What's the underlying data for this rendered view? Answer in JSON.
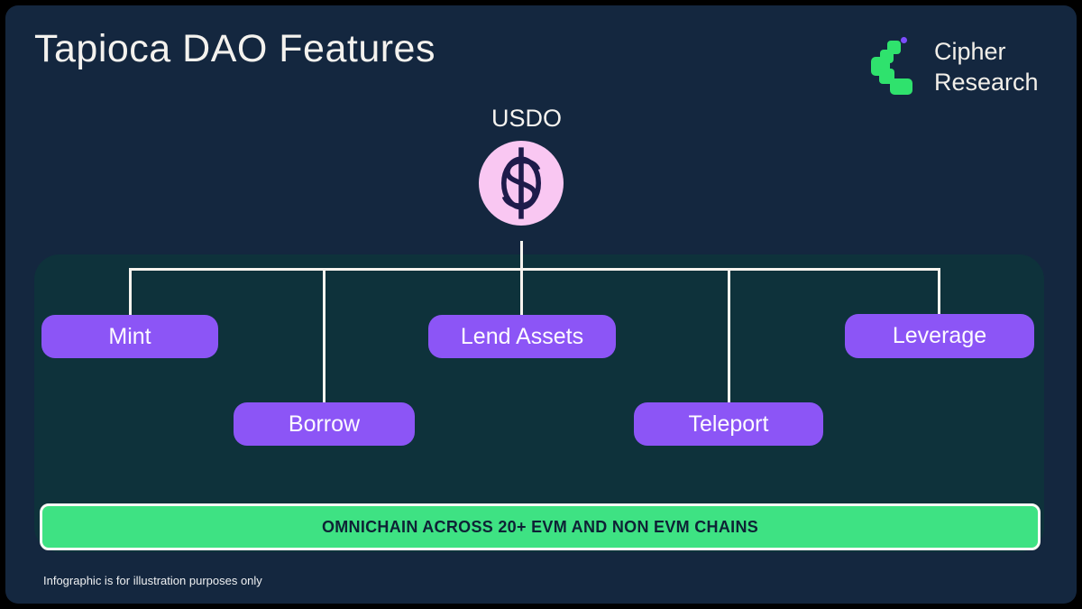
{
  "page": {
    "title": "Tapioca DAO Features",
    "footnote": "Infographic is for illustration purposes only"
  },
  "brand": {
    "name_line1": "Cipher",
    "name_line2": "Research",
    "logo_color": "#2fe26d",
    "logo_dot_color": "#7c4dff"
  },
  "token": {
    "label": "USDO",
    "coin_color": "#f9c7f2",
    "symbol_color": "#1e1b4b"
  },
  "features": [
    {
      "label": "Mint"
    },
    {
      "label": "Borrow"
    },
    {
      "label": "Lend Assets"
    },
    {
      "label": "Teleport"
    },
    {
      "label": "Leverage"
    }
  ],
  "banner": {
    "text": "OMNICHAIN ACROSS 20+ EVM AND NON EVM CHAINS",
    "color": "#3ee283"
  },
  "colors": {
    "background": "#14273f",
    "panel": "#0e323b",
    "accent_purple": "#8c55f6",
    "line_white": "#f6f3ee"
  }
}
